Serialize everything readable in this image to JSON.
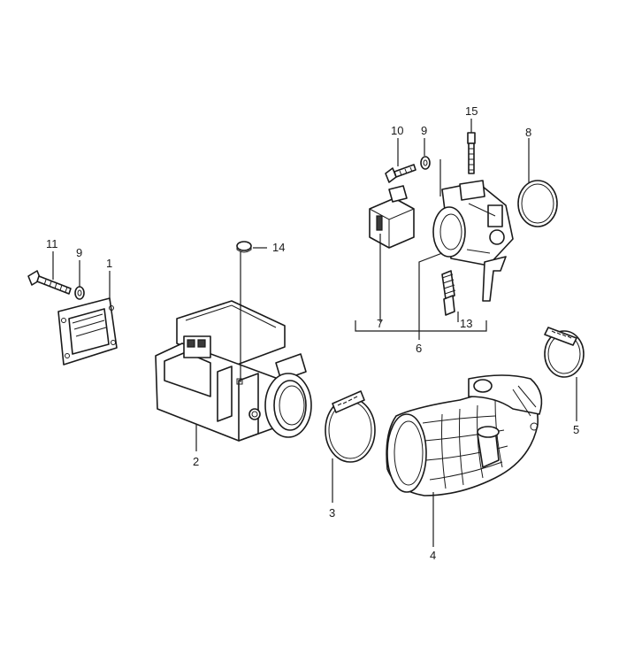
{
  "callouts": {
    "c1": "1",
    "c2": "2",
    "c3": "3",
    "c4": "4",
    "c5": "5",
    "c6": "6",
    "c7": "7",
    "c8": "8",
    "c9a": "9",
    "c9b": "9",
    "c10": "10",
    "c11": "11",
    "c13": "13",
    "c14": "14",
    "c15": "15"
  }
}
